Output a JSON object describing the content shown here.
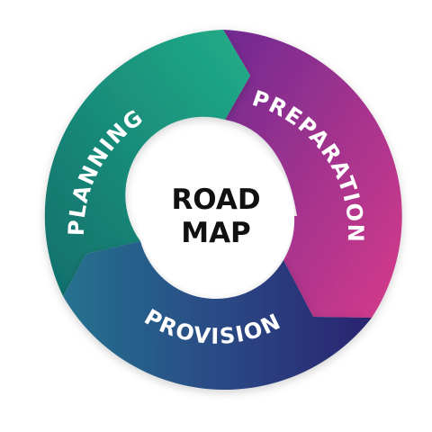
{
  "diagram": {
    "center": {
      "line1": "ROAD",
      "line2": "MAP"
    },
    "segments": [
      {
        "id": "planning",
        "label": "PLANNING",
        "color_start": "#1fa887",
        "color_end": "#106e6c"
      },
      {
        "id": "preparation",
        "label": "PREPARATION",
        "color_start": "#7a2a92",
        "color_end": "#d23a8c"
      },
      {
        "id": "provision",
        "label": "PROVISION",
        "color_start": "#256f8e",
        "color_end": "#2a2775"
      }
    ]
  }
}
